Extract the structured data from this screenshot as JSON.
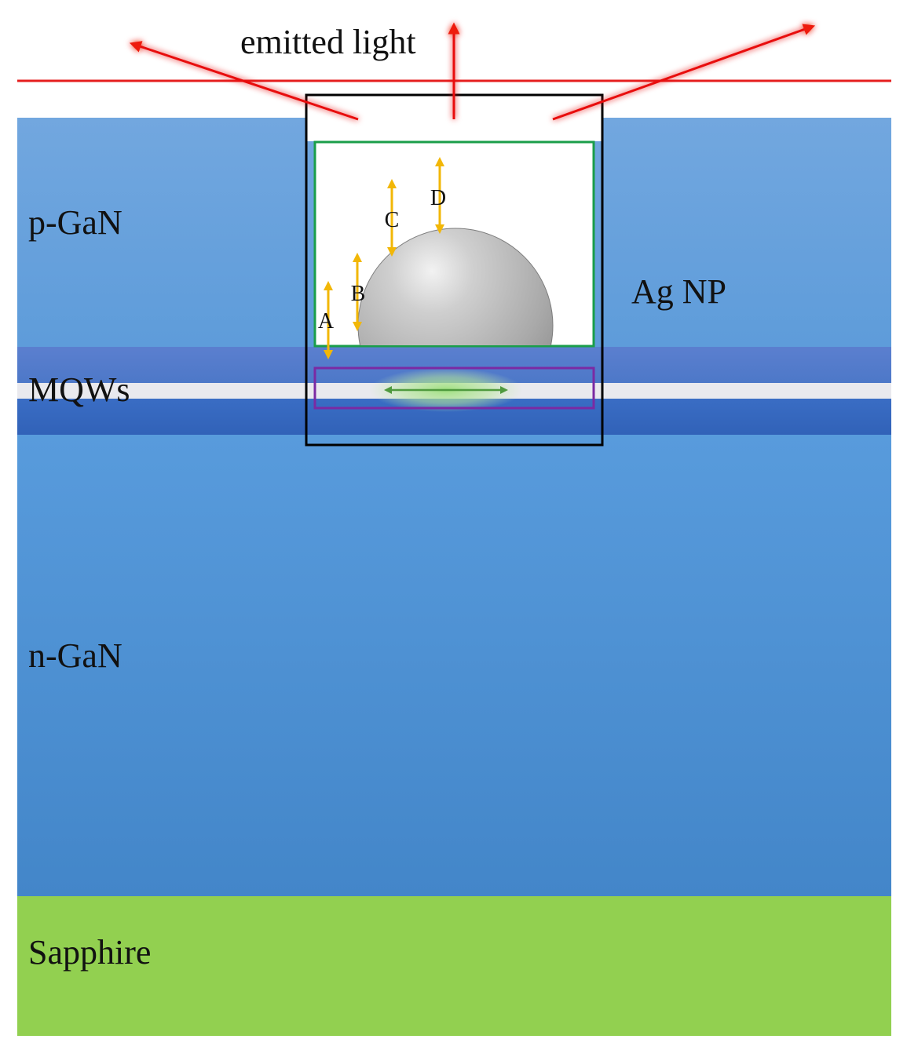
{
  "title": "emitted light",
  "layers": {
    "p_gan": "p-GaN",
    "mqws": "MQWs",
    "n_gan": "n-GaN",
    "sapphire": "Sapphire"
  },
  "particle_label": "Ag NP",
  "distance_labels": [
    "A",
    "B",
    "C",
    "D"
  ],
  "colors": {
    "emission_arrows": "#e8100c",
    "surface_line": "#e51e1e",
    "p_gan": "#6aa5de",
    "mqw_band": "#4f7fcf",
    "n_gan": "#4d8fd1",
    "sapphire": "#92d050",
    "inset_outline": "#000000",
    "particle_box": "#1a9e4a",
    "mqw_box": "#7b2aa3",
    "distance_arrows": "#f2b707",
    "dipole_arrow": "#5aa24a"
  }
}
